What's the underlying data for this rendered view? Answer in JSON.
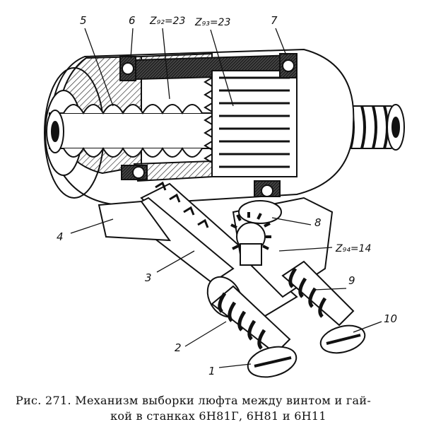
{
  "figure": {
    "labels": {
      "l1": "1",
      "l2": "2",
      "l3": "3",
      "l4": "4",
      "l5": "5",
      "l6": "6",
      "l7": "7",
      "l8": "8",
      "l9": "9",
      "l10": "10",
      "z92": "Z₉₂=23",
      "z93": "Z₉₃=23",
      "z94": "Z₉₄=14"
    }
  },
  "caption": {
    "line1": "Рис. 271. Механизм выборки люфта между винтом и гай-",
    "line2": "кой в станках 6Н81Г, 6Н81 и 6Н11"
  }
}
